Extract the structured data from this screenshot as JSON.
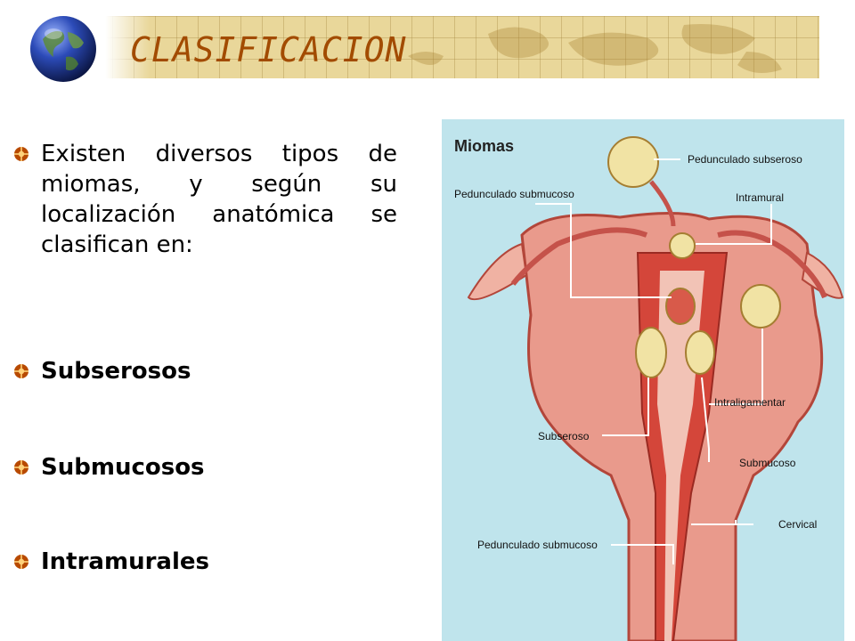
{
  "header": {
    "title": "CLASIFICACION"
  },
  "content": {
    "intro": "Existen diversos tipos de miomas, y según su localización anatómica se clasifican en:",
    "items": [
      "Subserosos",
      "Submucosos",
      "Intramurales"
    ]
  },
  "illustration": {
    "heading": "Miomas",
    "labels": {
      "pedunculado_subseroso": "Pedunculado subseroso",
      "pedunculado_submucoso_top": "Pedunculado submucoso",
      "intramural": "Intramural",
      "intraligamentar": "Intraligamentar",
      "subseroso": "Subseroso",
      "submucoso": "Submucoso",
      "cervical": "Cervical",
      "pedunculado_submucoso_bottom": "Pedunculado submucoso"
    }
  },
  "colors": {
    "title": "#a24b00",
    "banner": "#e9d79a",
    "bullet": "#b84a00",
    "illustration_bg": "#bfe4ec"
  }
}
